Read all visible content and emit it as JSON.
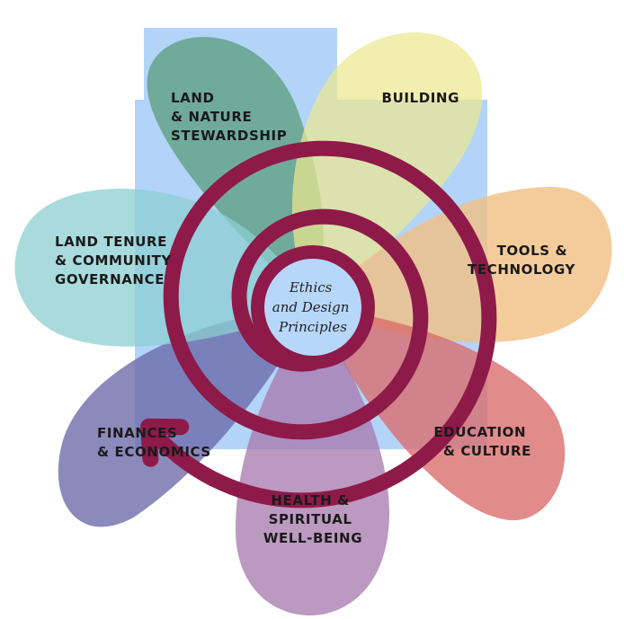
{
  "diagram": {
    "center": {
      "lines": [
        "Ethics",
        "and Design",
        "Principles"
      ],
      "fill": "#b7d7fa",
      "ring_color": "#8e1a4a"
    },
    "backdrop_color": "#b3d4f9",
    "spiral_color": "#8e1a4a",
    "petals": [
      {
        "id": "land-nature",
        "lines": [
          "LAND",
          "& NATURE",
          "STEWARDSHIP"
        ],
        "color": "#5e9e80",
        "align": "start"
      },
      {
        "id": "building",
        "lines": [
          "BUILDING"
        ],
        "color": "#ece88f",
        "align": "end"
      },
      {
        "id": "tools-technology",
        "lines": [
          "TOOLS &",
          "TECHNOLOGY"
        ],
        "color": "#f2c186",
        "align": "end"
      },
      {
        "id": "education-culture",
        "lines": [
          "EDUCATION",
          "& CULTURE"
        ],
        "color": "#da6a6a",
        "align": "end"
      },
      {
        "id": "health-wellbeing",
        "lines": [
          "HEALTH &",
          "SPIRITUAL",
          "WELL-BEING"
        ],
        "color": "#a677ab",
        "align": "middle"
      },
      {
        "id": "finances-economics",
        "lines": [
          "FINANCES",
          "& ECONOMICS"
        ],
        "color": "#6a69a8",
        "align": "start"
      },
      {
        "id": "land-tenure",
        "lines": [
          "LAND TENURE",
          "& COMMUNITY",
          "GOVERNANCE"
        ],
        "color": "#8ccfd1",
        "align": "start"
      }
    ]
  }
}
